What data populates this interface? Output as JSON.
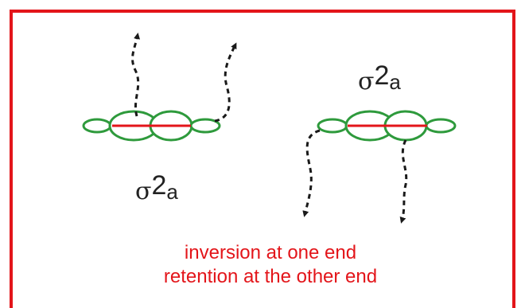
{
  "labels": {
    "left": {
      "symbol": "σ",
      "number": "2",
      "subscript": "a"
    },
    "right": {
      "symbol": "σ",
      "number": "2",
      "subscript": "a"
    }
  },
  "caption": {
    "line1": "inversion at one end",
    "line2": "retention at the other end"
  },
  "colors": {
    "frame": "#e3151a",
    "bond": "#e3151a",
    "orbital": "#2e9a3c",
    "arrow": "#1a1a1a",
    "caption": "#e3151a",
    "label": "#222222"
  }
}
